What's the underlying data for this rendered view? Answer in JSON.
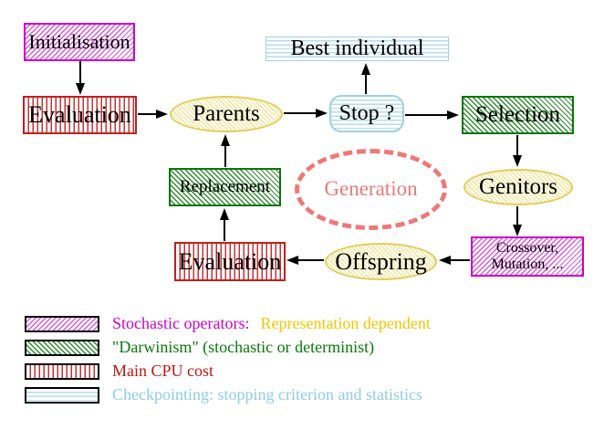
{
  "nodes": {
    "initialisation": {
      "label": "Initialisation"
    },
    "evaluation_top": {
      "label": "Evaluation"
    },
    "parents": {
      "label": "Parents"
    },
    "best_individual": {
      "label": "Best individual"
    },
    "stop": {
      "label": "Stop ?"
    },
    "selection": {
      "label": "Selection"
    },
    "genitors": {
      "label": "Genitors"
    },
    "crossover_mutation": {
      "line1": "Crossover,",
      "line2": "Mutation, ..."
    },
    "offspring": {
      "label": "Offspring"
    },
    "evaluation_bottom": {
      "label": "Evaluation"
    },
    "replacement": {
      "label": "Replacement"
    },
    "generation": {
      "label": "Generation"
    }
  },
  "legend": {
    "items": [
      {
        "swatch": "magenta-diagonal-hatch",
        "label": "Stochastic operators:",
        "label2": "Representation dependent",
        "label_color": "#cc00cc",
        "label2_color": "#f0c800"
      },
      {
        "swatch": "green-diagonal-hatch",
        "label": "\"Darwinism\" (stochastic or determinist)",
        "label_color": "#0b770b"
      },
      {
        "swatch": "red-vertical-stripes",
        "label": "Main CPU cost",
        "label_color": "#bf1515"
      },
      {
        "swatch": "cyan-horizontal-stripes",
        "label": "Checkpointing: stopping criterion and statistics",
        "label_color": "#8fcbe7"
      }
    ]
  },
  "colors": {
    "magenta": "#cc00cc",
    "green": "#0e730e",
    "red": "#bf2020",
    "cyan": "#a5d4e6",
    "yellow": "#e3cc5a",
    "salmon": "#ee7878",
    "arrow": "#000000"
  }
}
